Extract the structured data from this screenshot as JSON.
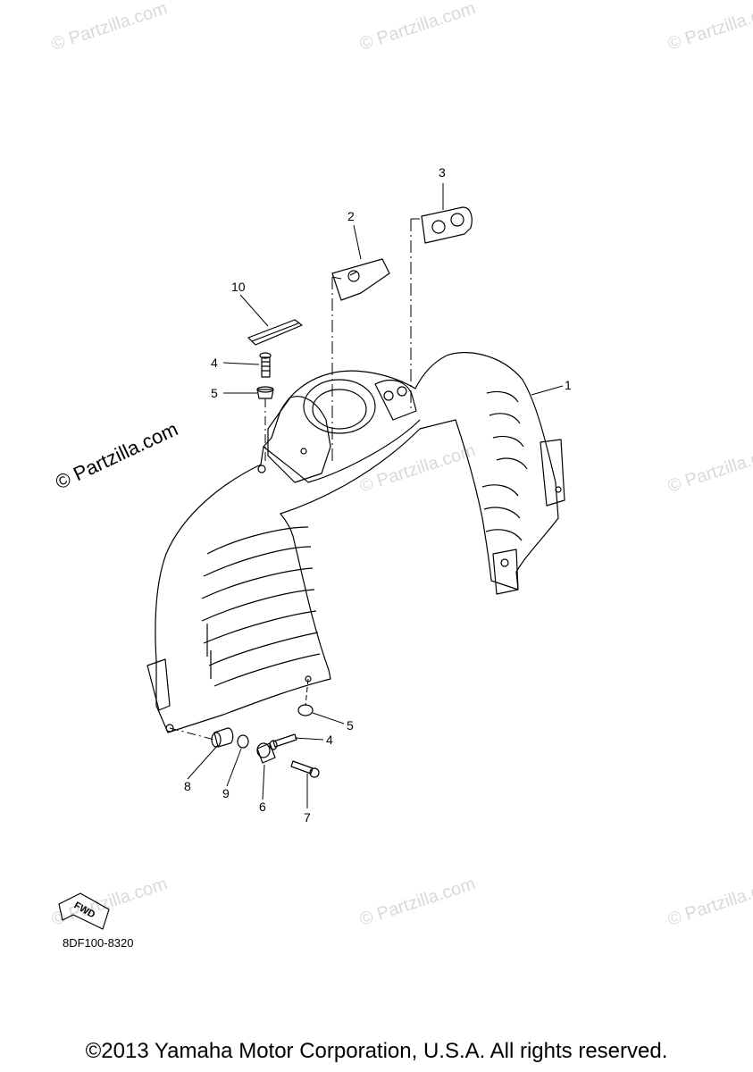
{
  "watermarks": {
    "text": "© Partzilla.com",
    "main": "© Partzilla.com"
  },
  "callouts": {
    "c1": "1",
    "c2": "2",
    "c3": "3",
    "c4a": "4",
    "c4b": "4",
    "c5a": "5",
    "c5b": "5",
    "c6": "6",
    "c7": "7",
    "c8": "8",
    "c9": "9",
    "c10": "10"
  },
  "fwd_label": "FWD",
  "diagram_code": "8DF100-8320",
  "copyright": "©2013 Yamaha Motor Corporation, U.S.A. All rights reserved."
}
